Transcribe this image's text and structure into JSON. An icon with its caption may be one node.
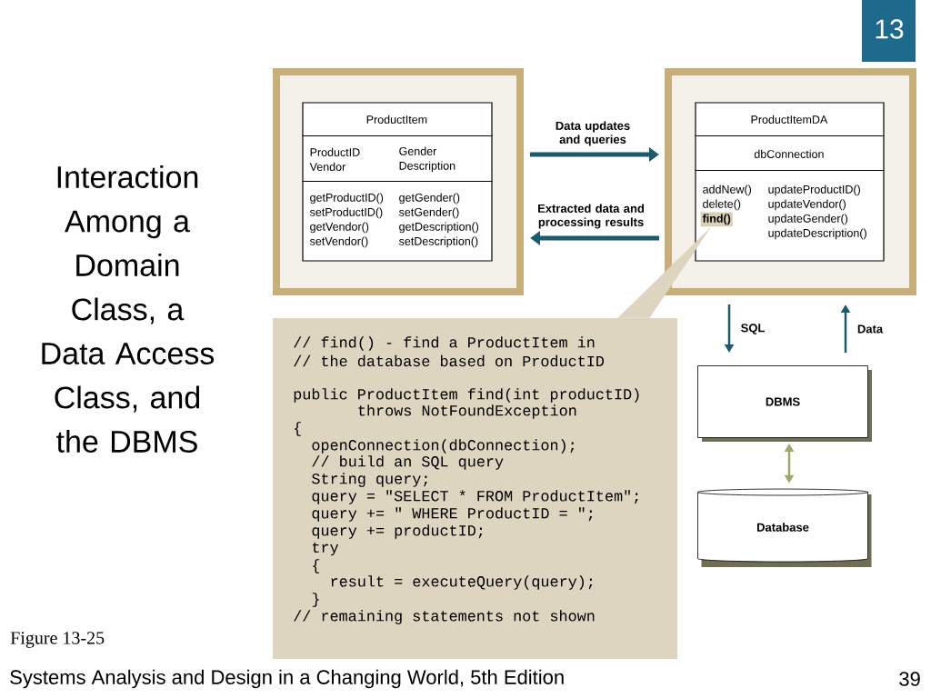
{
  "diagram": {
    "title": "Interaction Among a Domain Class, a Data Access Class, and the DBMS",
    "nodes": [
      {
        "text": [],
        "shape": "box"
      },
      {
        "text": [
          "ProductItem",
          "ProductID Vendor",
          "Gender Description",
          "getProductID() setProductID() getVendor() setVendor()",
          "getGender() setGender() getDescription() setDescription()"
        ],
        "in": 0
      },
      {
        "text": [],
        "shape": "box"
      },
      {
        "text": [
          "ProductItemDA",
          "dbConnection",
          "addNew() delete()",
          "updateProductID() updateVendor() updateGender() updateDescription()"
        ],
        "in": 2
      },
      {
        "text": [
          "find()"
        ],
        "in": 3
      },
      {
        "text": [
          "// find() - find a ProductItem in",
          "// the database based on ProductID",
          "public ProductItem find(int productID)",
          "throws NotFoundException",
          "{",
          "openConnection(dbConnection);",
          "// build an SQL query",
          "String query;",
          "query = \"SELECT * FROM ProductItem\";",
          "query += \" WHERE ProductID = \";",
          "query += productID;",
          "try",
          "{",
          "result = executeQuery(query);",
          "}",
          "// remaining statements not shown"
        ]
      },
      {
        "text": [
          "DBMS"
        ]
      },
      {
        "text": [
          "Database"
        ]
      }
    ],
    "edges": [
      {
        "from": 0,
        "to": 2,
        "arrow": "to",
        "label": "Data updates and queries",
        "style": "thick"
      },
      {
        "from": 2,
        "to": 0,
        "arrow": "to",
        "label": "Extracted data and processing results",
        "style": "thick"
      },
      {
        "from": 5,
        "to": 4,
        "arrow": "none",
        "color": "#ddd5c0"
      },
      {
        "from": 2,
        "to": 6,
        "arrow": "to",
        "label": "SQL"
      },
      {
        "from": 6,
        "to": 2,
        "arrow": "to",
        "label": "Data"
      },
      {
        "from": 6,
        "to": 7,
        "arrow": "both",
        "color": "#9aaa6a"
      }
    ],
    "labels": [
      "13",
      "Figure 13-25",
      "Systems Analysis and Design in a Changing World, 5th Edition",
      "39"
    ]
  }
}
